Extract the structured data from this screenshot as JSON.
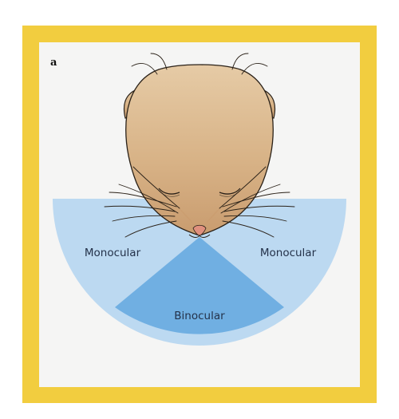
{
  "panel_letter": "a",
  "labels": {
    "left": "Monocular",
    "right": "Monocular",
    "center": "Binocular"
  },
  "colors": {
    "frame": "#f2cd3f",
    "background": "#f5f5f4",
    "monocular_fill": "#bcd9f1",
    "binocular_fill": "#70afe2",
    "fur": "#dcb88e",
    "nose": "#e0907e",
    "outline": "#2a2118"
  }
}
